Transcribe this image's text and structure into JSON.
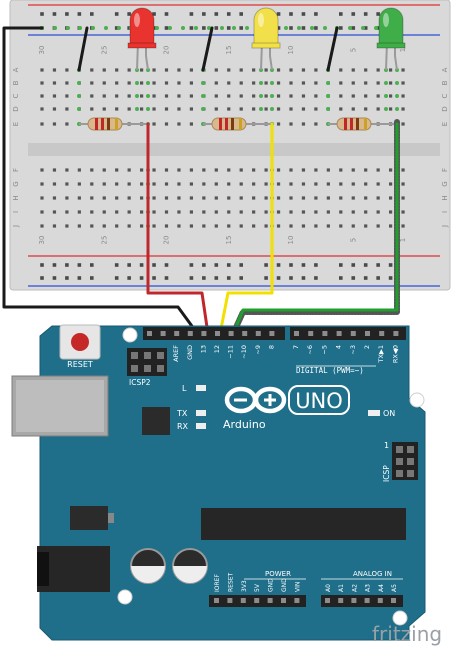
{
  "breadboard": {
    "column_numbers": [
      "30",
      "25",
      "20",
      "15",
      "10",
      "5",
      "1"
    ],
    "row_letters_top": [
      "A",
      "B",
      "C",
      "D",
      "E"
    ],
    "row_letters_bottom": [
      "F",
      "G",
      "H",
      "I",
      "J"
    ]
  },
  "leds": [
    {
      "name": "red-led",
      "color": "#e8332e"
    },
    {
      "name": "yellow-led",
      "color": "#f2e04a"
    },
    {
      "name": "green-led",
      "color": "#3fae49"
    }
  ],
  "wires": {
    "red": "#c0272d",
    "yellow": "#f1e000",
    "green": "#1fa02e",
    "black": "#1a1a1a"
  },
  "arduino": {
    "board_color": "#1f6f8b",
    "reset_label": "RESET",
    "icsp2_label": "ICSP2",
    "digital_label": "DIGITAL (PWM=~)",
    "header_top_labels": [
      "AREF",
      "GND",
      "13",
      "12",
      "~11",
      "~10",
      "~9",
      "8",
      "7",
      "~6",
      "~5",
      "4",
      "~3",
      "2",
      "TX▶1",
      "RX◀0"
    ],
    "led_labels": {
      "l": "L",
      "tx": "TX",
      "rx": "RX",
      "on": "ON"
    },
    "brand": "Arduino",
    "model": "UNO",
    "icsp_label": "ICSP",
    "icsp_pin1": "1",
    "power_label": "POWER",
    "power_pins": [
      "IOREF",
      "RESET",
      "3V3",
      "5V",
      "GND",
      "GND",
      "VIN"
    ],
    "analog_label": "ANALOG IN",
    "analog_pins": [
      "A0",
      "A1",
      "A2",
      "A3",
      "A4",
      "A5"
    ]
  },
  "footer": {
    "logo": "fritzing"
  }
}
